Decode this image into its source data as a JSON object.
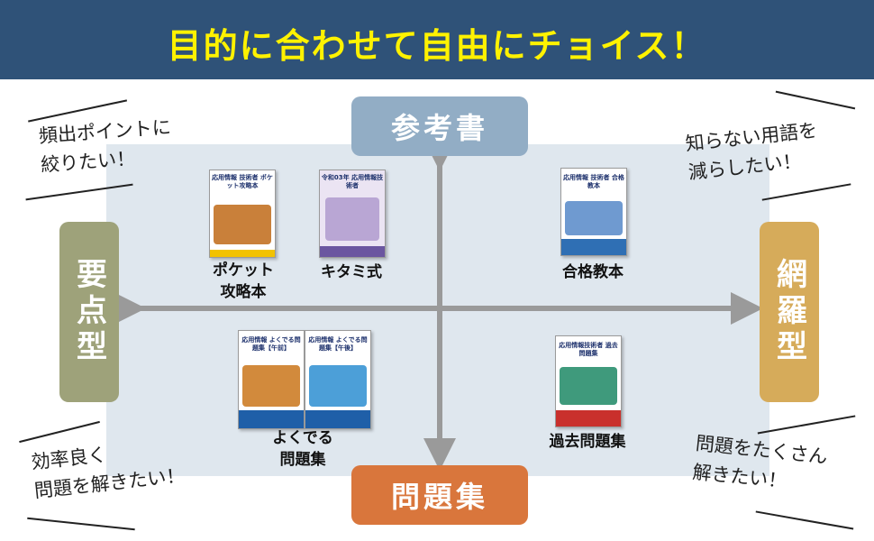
{
  "header": {
    "title": "目的に合わせて自由にチョイス！",
    "bg": "#2f5278",
    "title_color": "#fff200"
  },
  "axes": {
    "top": "参考書",
    "bottom": "問題集",
    "left": "要点型",
    "right": "網羅型",
    "colors": {
      "top": "#92adc5",
      "bottom": "#d9763c",
      "left": "#9ea27a",
      "right": "#d6ab5a"
    }
  },
  "notes": {
    "top_left": "頻出ポイントに\n絞りたい！",
    "top_right": "知らない用語を\n減らしたい！",
    "bottom_left": "効率良く\n問題を解きたい！",
    "bottom_right": "問題をたくさん\n解きたい！"
  },
  "books": [
    {
      "label": "ポケット\n攻略本",
      "cover_title": "応用情報\n技術者\nポケット攻略本"
    },
    {
      "label": "キタミ式",
      "cover_title": "令和03年\n応用情報技術者"
    },
    {
      "label": "合格教本",
      "cover_title": "応用情報\n技術者\n合格教本"
    },
    {
      "label": "よくでる\n問題集",
      "cover_title_1": "応用情報\nよくでる問題集【午前】",
      "cover_title_2": "応用情報\nよくでる問題集【午後】"
    },
    {
      "label": "過去問題集",
      "cover_title": "応用情報技術者\n過去問題集"
    }
  ]
}
